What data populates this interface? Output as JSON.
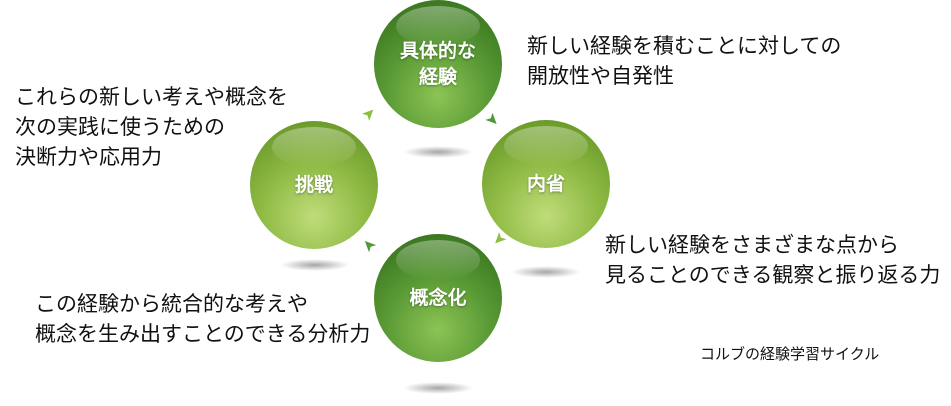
{
  "nodes": {
    "experience": "具体的な\n経験",
    "reflection": "内省",
    "conceptualization": "概念化",
    "challenge": "挑戦"
  },
  "descriptions": {
    "experience": [
      "新しい経験を積むことに対しての",
      "開放性や自発性"
    ],
    "reflection": [
      "新しい経験をさまざまな点から",
      "見ることのできる観察と振り返る力"
    ],
    "conceptualization": [
      "この経験から統合的な考えや",
      "概念を生み出すことのできる分析力"
    ],
    "challenge": [
      "これらの新しい考えや概念を",
      "次の実践に使うための",
      "決断力や応用力"
    ]
  },
  "caption": "コルブの経験学習サイクル",
  "colors": {
    "dark_green": "#3d7a22",
    "light_green": "#8fbb45"
  }
}
